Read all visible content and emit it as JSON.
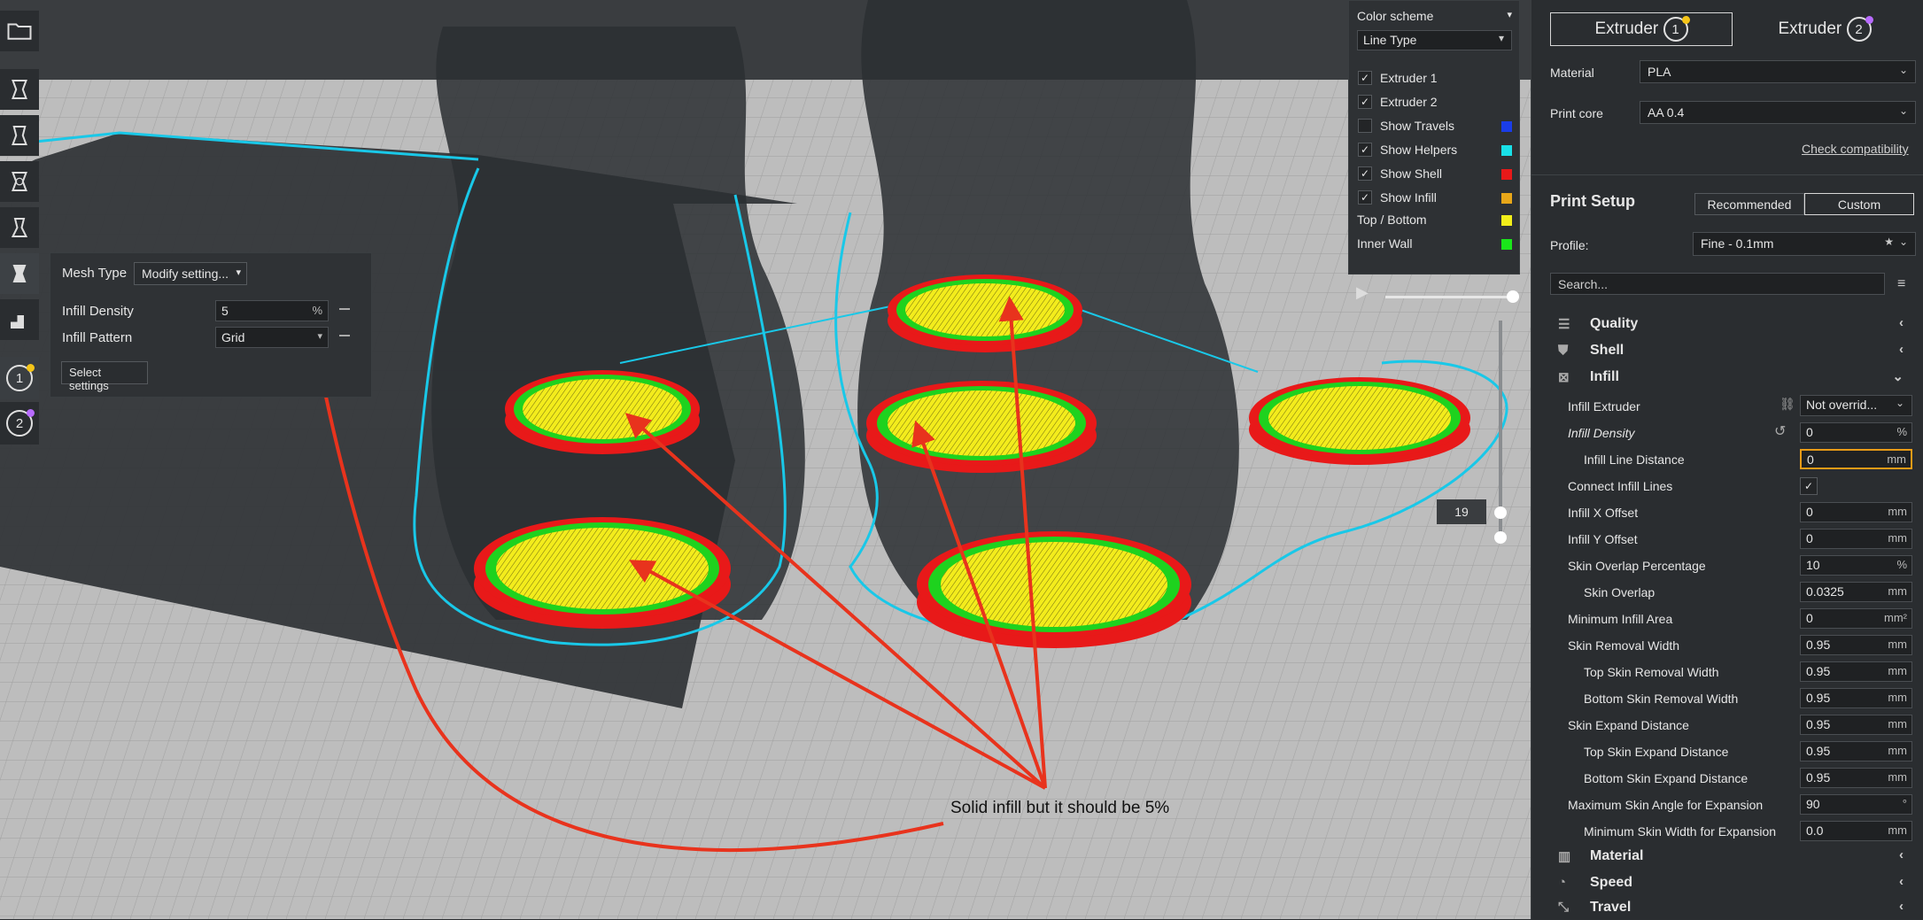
{
  "viewport": {
    "layer_number": "19",
    "annotation": "Solid infill but it should be 5%"
  },
  "per_model": {
    "mesh_type_label": "Mesh Type",
    "mesh_type_value": "Modify setting...",
    "infill_density_label": "Infill Density",
    "infill_density_value": "5",
    "infill_density_unit": "%",
    "infill_pattern_label": "Infill Pattern",
    "infill_pattern_value": "Grid",
    "select_settings": "Select settings"
  },
  "left_toolbar": {
    "tools": [
      "open-folder-icon",
      "move-icon",
      "scale-icon",
      "rotate-icon",
      "mirror-icon",
      "per-model-settings-icon",
      "support-blocker-icon"
    ],
    "extruders": [
      {
        "label": "1",
        "dot_color": "#f5c518"
      },
      {
        "label": "2",
        "dot_color": "#b86bff"
      }
    ]
  },
  "color_scheme": {
    "title": "Color scheme",
    "selected": "Line Type",
    "items": [
      {
        "label": "Extruder 1",
        "checked": true,
        "color": ""
      },
      {
        "label": "Extruder 2",
        "checked": true,
        "color": ""
      },
      {
        "label": "Show Travels",
        "checked": false,
        "color": "#1a3de8"
      },
      {
        "label": "Show Helpers",
        "checked": true,
        "color": "#19e0e8"
      },
      {
        "label": "Show Shell",
        "checked": true,
        "color": "#e81919"
      },
      {
        "label": "Show Infill",
        "checked": true,
        "color": "#e8a719"
      },
      {
        "label": "Top / Bottom",
        "checked": null,
        "color": "#f2ee1a"
      },
      {
        "label": "Inner Wall",
        "checked": null,
        "color": "#1ae61a"
      }
    ]
  },
  "extruder_tabs": [
    {
      "label": "Extruder",
      "num": "1",
      "dot_color": "#f5c518",
      "active": true
    },
    {
      "label": "Extruder",
      "num": "2",
      "dot_color": "#b86bff",
      "active": false
    }
  ],
  "material": {
    "label": "Material",
    "value": "PLA"
  },
  "print_core": {
    "label": "Print core",
    "value": "AA 0.4"
  },
  "check_compat": "Check compatibility",
  "print_setup": {
    "title": "Print Setup",
    "recommended": "Recommended",
    "custom": "Custom",
    "profile_label": "Profile:",
    "profile_value": "Fine - 0.1mm",
    "search_placeholder": "Search..."
  },
  "categories": {
    "quality": "Quality",
    "shell": "Shell",
    "infill": "Infill",
    "material": "Material",
    "speed": "Speed",
    "travel": "Travel"
  },
  "infill_settings": [
    {
      "label": "Infill Extruder",
      "value": "Not overrid...",
      "unit": "",
      "indent": 0,
      "type": "select"
    },
    {
      "label": "Infill Density",
      "value": "0",
      "unit": "%",
      "indent": 0,
      "type": "input",
      "italic": true
    },
    {
      "label": "Infill Line Distance",
      "value": "0",
      "unit": "mm",
      "indent": 1,
      "type": "input",
      "highlight": true
    },
    {
      "label": "Connect Infill Lines",
      "value": "",
      "unit": "",
      "indent": 0,
      "type": "checkbox"
    },
    {
      "label": "Infill X Offset",
      "value": "0",
      "unit": "mm",
      "indent": 0,
      "type": "input"
    },
    {
      "label": "Infill Y Offset",
      "value": "0",
      "unit": "mm",
      "indent": 0,
      "type": "input"
    },
    {
      "label": "Skin Overlap Percentage",
      "value": "10",
      "unit": "%",
      "indent": 0,
      "type": "input"
    },
    {
      "label": "Skin Overlap",
      "value": "0.0325",
      "unit": "mm",
      "indent": 1,
      "type": "input"
    },
    {
      "label": "Minimum Infill Area",
      "value": "0",
      "unit": "mm²",
      "indent": 0,
      "type": "input"
    },
    {
      "label": "Skin Removal Width",
      "value": "0.95",
      "unit": "mm",
      "indent": 0,
      "type": "input"
    },
    {
      "label": "Top Skin Removal Width",
      "value": "0.95",
      "unit": "mm",
      "indent": 1,
      "type": "input"
    },
    {
      "label": "Bottom Skin Removal Width",
      "value": "0.95",
      "unit": "mm",
      "indent": 1,
      "type": "input"
    },
    {
      "label": "Skin Expand Distance",
      "value": "0.95",
      "unit": "mm",
      "indent": 0,
      "type": "input"
    },
    {
      "label": "Top Skin Expand Distance",
      "value": "0.95",
      "unit": "mm",
      "indent": 1,
      "type": "input"
    },
    {
      "label": "Bottom Skin Expand Distance",
      "value": "0.95",
      "unit": "mm",
      "indent": 1,
      "type": "input"
    },
    {
      "label": "Maximum Skin Angle for Expansion",
      "value": "90",
      "unit": "°",
      "indent": 0,
      "type": "input"
    },
    {
      "label": "Minimum Skin Width for Expansion",
      "value": "0.0",
      "unit": "mm",
      "indent": 1,
      "type": "input"
    }
  ]
}
